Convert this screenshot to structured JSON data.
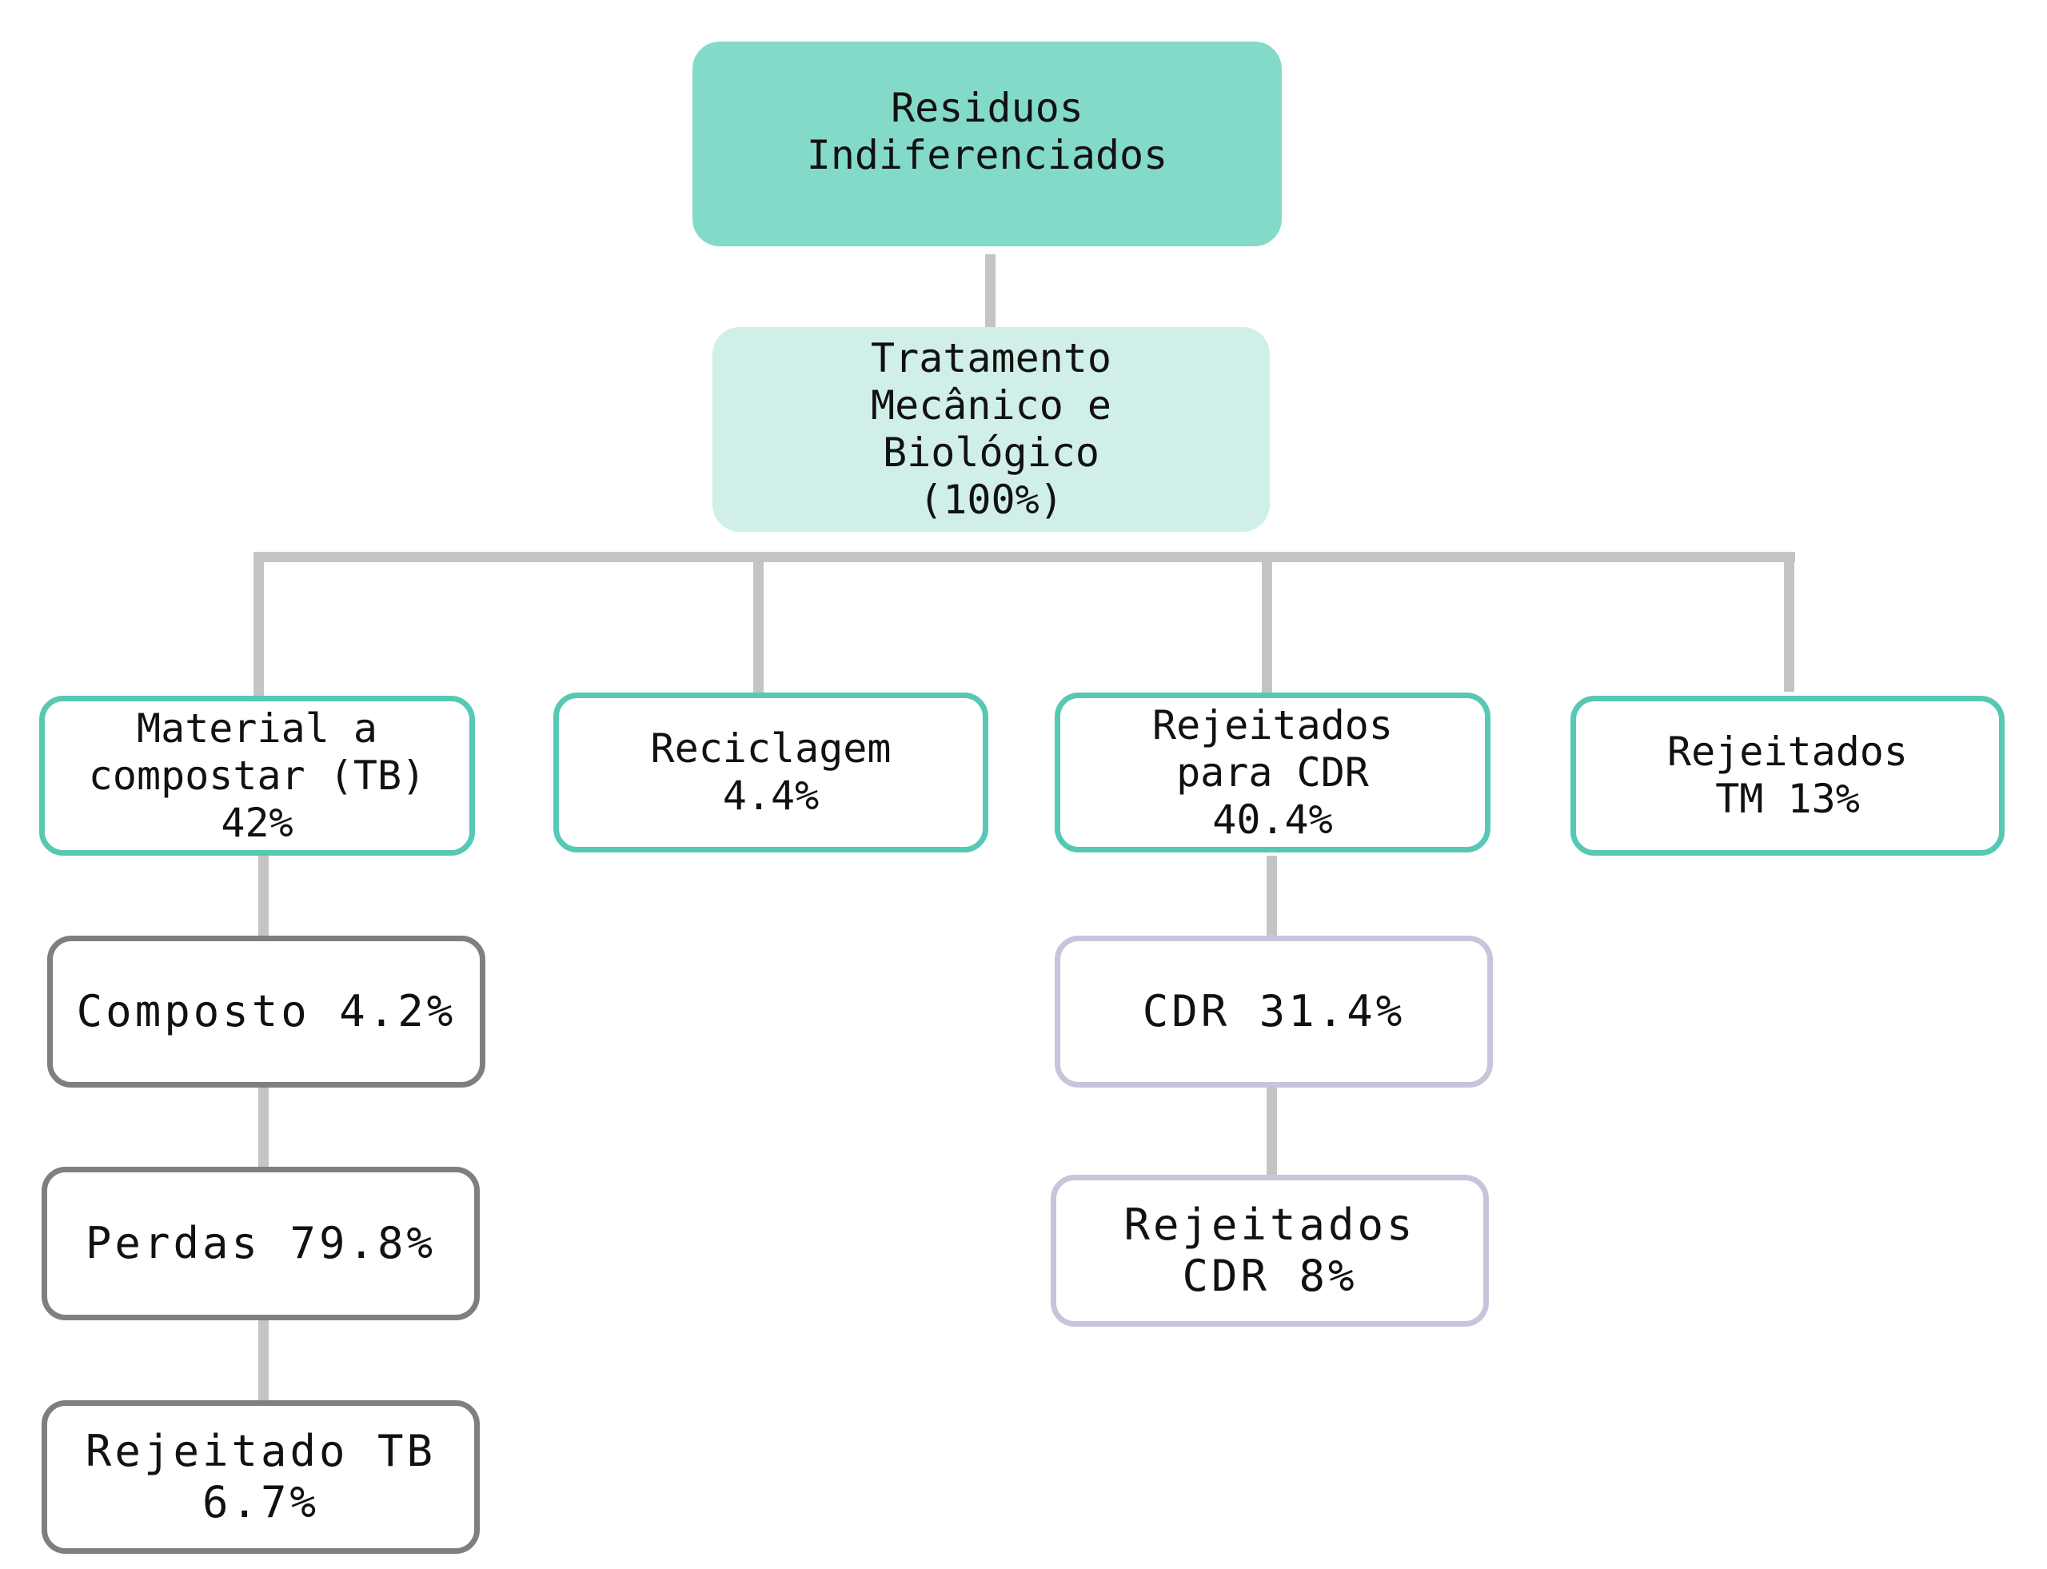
{
  "diagram": {
    "root": {
      "label": "Residuos\nIndiferenciados"
    },
    "treatment": {
      "label": "Tratamento\nMecânico e\nBiológico\n(100%)"
    },
    "branches": [
      {
        "label": "Material a\ncompostar (TB)\n42%"
      },
      {
        "label": "Reciclagem\n4.4%"
      },
      {
        "label": "Rejeitados\npara CDR\n40.4%"
      },
      {
        "label": "Rejeitados\nTM 13%"
      }
    ],
    "compost_chain": [
      {
        "label": "Composto 4.2%"
      },
      {
        "label": "Perdas 79.8%"
      },
      {
        "label": "Rejeitado TB\n6.7%"
      }
    ],
    "cdr_chain": [
      {
        "label": "CDR 31.4%"
      },
      {
        "label": "Rejeitados\nCDR 8%"
      }
    ],
    "colors": {
      "root_fill": "#84dac8",
      "treatment_fill": "#d1efe9",
      "branch_border": "#57c8b4",
      "compost_border": "#7f7f7f",
      "cdr_border": "#cbc2dc",
      "connector": "#c4c4c4"
    }
  }
}
